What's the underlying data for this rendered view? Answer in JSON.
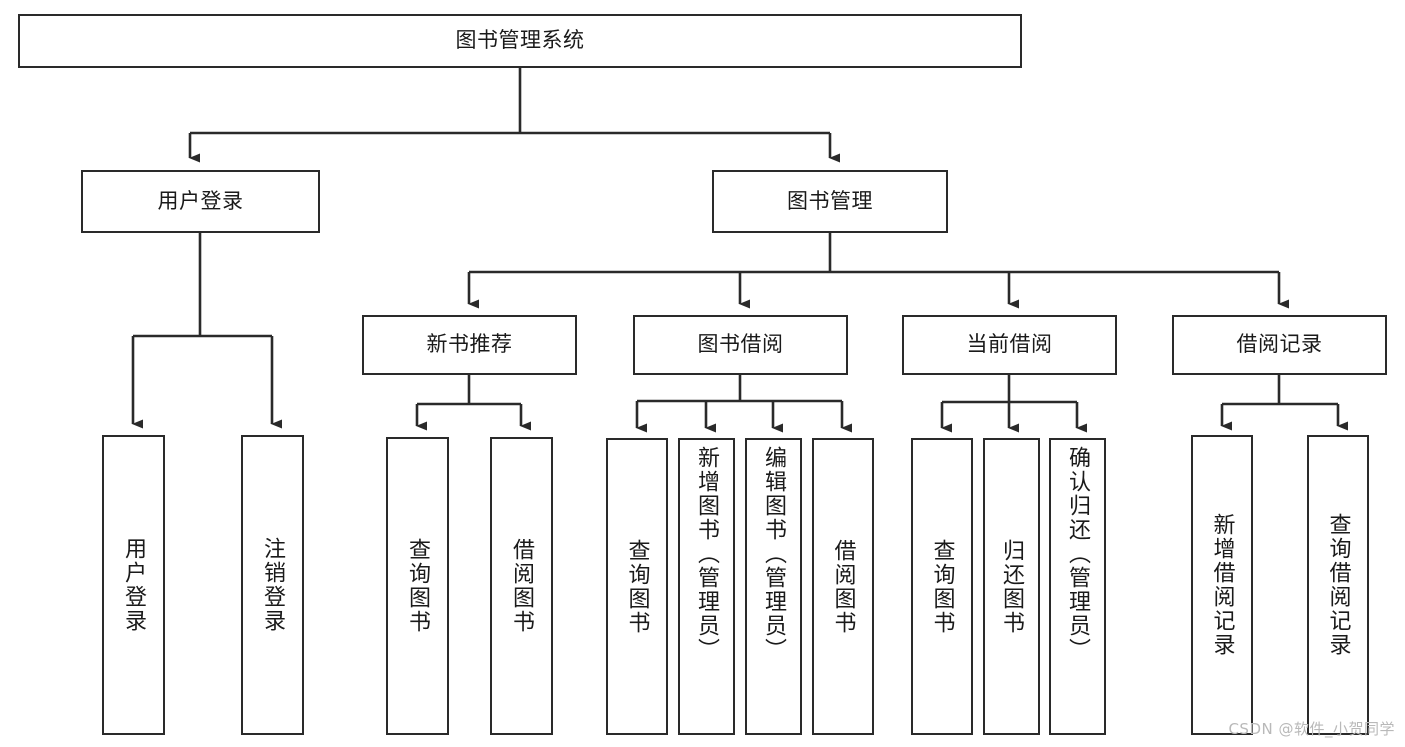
{
  "diagram": {
    "title": "图书管理系统",
    "type": "tree-hierarchy-diagram",
    "colors": {
      "box_border": "#2a2a2a",
      "box_fill": "#ffffff",
      "connector": "#2a2a2a",
      "background": "#ffffff",
      "watermark": "#b9b9b9"
    },
    "root": {
      "label": "图书管理系统"
    },
    "level2": [
      {
        "label": "用户登录"
      },
      {
        "label": "图书管理"
      }
    ],
    "level3": [
      {
        "label": "新书推荐"
      },
      {
        "label": "图书借阅"
      },
      {
        "label": "当前借阅"
      },
      {
        "label": "借阅记录"
      }
    ],
    "leaves": {
      "user_login": [
        {
          "label": "用户登录"
        },
        {
          "label": "注销登录"
        }
      ],
      "new_book_recommend": [
        {
          "label": "查询图书"
        },
        {
          "label": "借阅图书"
        }
      ],
      "book_borrow": [
        {
          "label": "查询图书"
        },
        {
          "label": "新增图书（管理员）"
        },
        {
          "label": "编辑图书（管理员）"
        },
        {
          "label": "借阅图书"
        }
      ],
      "current_borrow": [
        {
          "label": "查询图书"
        },
        {
          "label": "归还图书"
        },
        {
          "label": "确认归还（管理员）"
        }
      ],
      "borrow_record": [
        {
          "label": "新增借阅记录"
        },
        {
          "label": "查询借阅记录"
        }
      ]
    }
  },
  "watermark": {
    "text": "CSDN @软件_小贺同学"
  }
}
